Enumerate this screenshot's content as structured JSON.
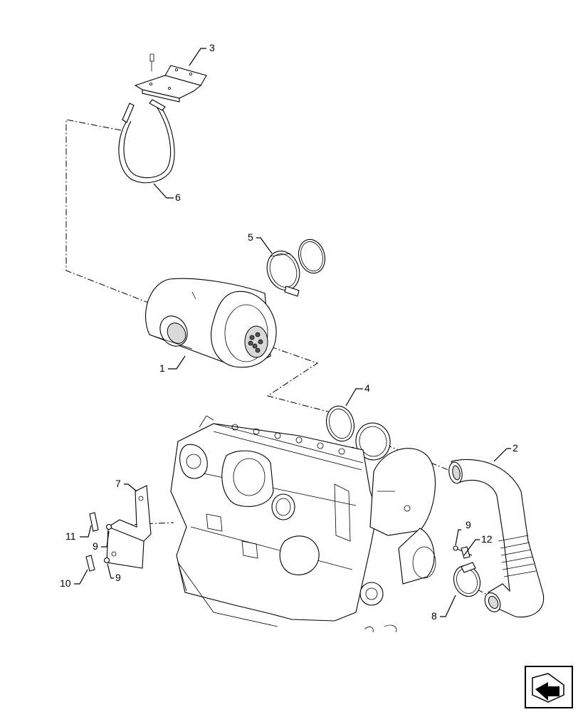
{
  "callouts": [
    {
      "id": "c1",
      "text": "1"
    },
    {
      "id": "c2",
      "text": "2"
    },
    {
      "id": "c3",
      "text": "3"
    },
    {
      "id": "c4",
      "text": "4"
    },
    {
      "id": "c5",
      "text": "5"
    },
    {
      "id": "c6",
      "text": "6"
    },
    {
      "id": "c7",
      "text": "7"
    },
    {
      "id": "c8",
      "text": "8"
    },
    {
      "id": "c9a",
      "text": "9"
    },
    {
      "id": "c9b",
      "text": "9"
    },
    {
      "id": "c9c",
      "text": "9"
    },
    {
      "id": "c10",
      "text": "10"
    },
    {
      "id": "c11",
      "text": "11"
    },
    {
      "id": "c12",
      "text": "12"
    }
  ],
  "icons": {
    "corner": "navigation-arrow-icon"
  }
}
